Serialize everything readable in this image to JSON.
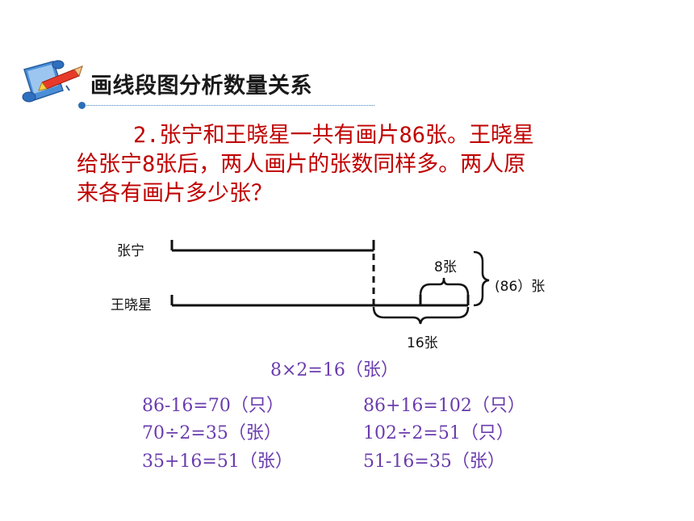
{
  "heading": "画线段图分析数量关系",
  "problem": {
    "line1": "2.张宁和王晓星一共有画片86张。王晓星",
    "line2": "给张宁8张后，两人画片的张数同样多。两人原",
    "line3": "来各有画片多少张？"
  },
  "diagram": {
    "label_zhangning": "张宁",
    "label_wangxiaoxing": "王晓星",
    "label_8": "8张",
    "label_total": "(86）张",
    "label_16": "16张"
  },
  "calc": {
    "center": "8×2=16（张）",
    "left": [
      "86-16=70（只）",
      "70÷2=35（张）",
      "35+16=51（张）"
    ],
    "right": [
      "86+16=102（只）",
      "102÷2=51（只）",
      "51-16=35（张）"
    ]
  },
  "colors": {
    "title": "#1a1a1a",
    "problem": "#c00000",
    "calc": "#6a3cae",
    "accent_line": "#2b6fb6"
  },
  "icons": [
    "scroll-pencil-icon"
  ]
}
